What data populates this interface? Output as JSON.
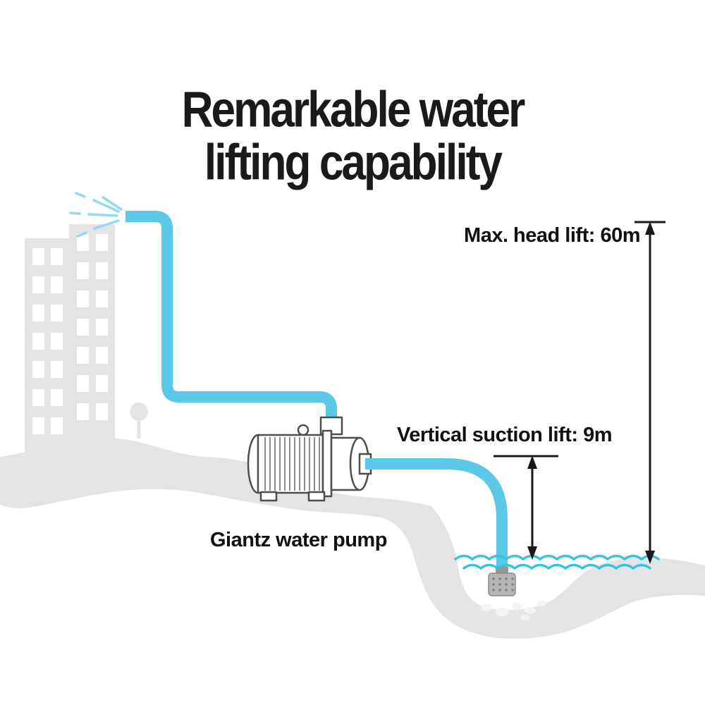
{
  "title": {
    "line1": "Remarkable water",
    "line2": "lifting capability"
  },
  "diagram": {
    "max_head_lift_label": "Max. head lift: 60m",
    "suction_lift_label": "Vertical suction lift: 9m",
    "pump_caption": "Giantz water pump"
  },
  "colors": {
    "pipe_blue": "#5cc8e8",
    "spray_blue": "#93d9ef",
    "water_cyan": "#35c3de",
    "silhouette_gray": "#e4e4e4",
    "pump_outline": "#4d4d4d",
    "strainer_gray": "#b5b5b5",
    "arrow_black": "#1a1a1a"
  }
}
